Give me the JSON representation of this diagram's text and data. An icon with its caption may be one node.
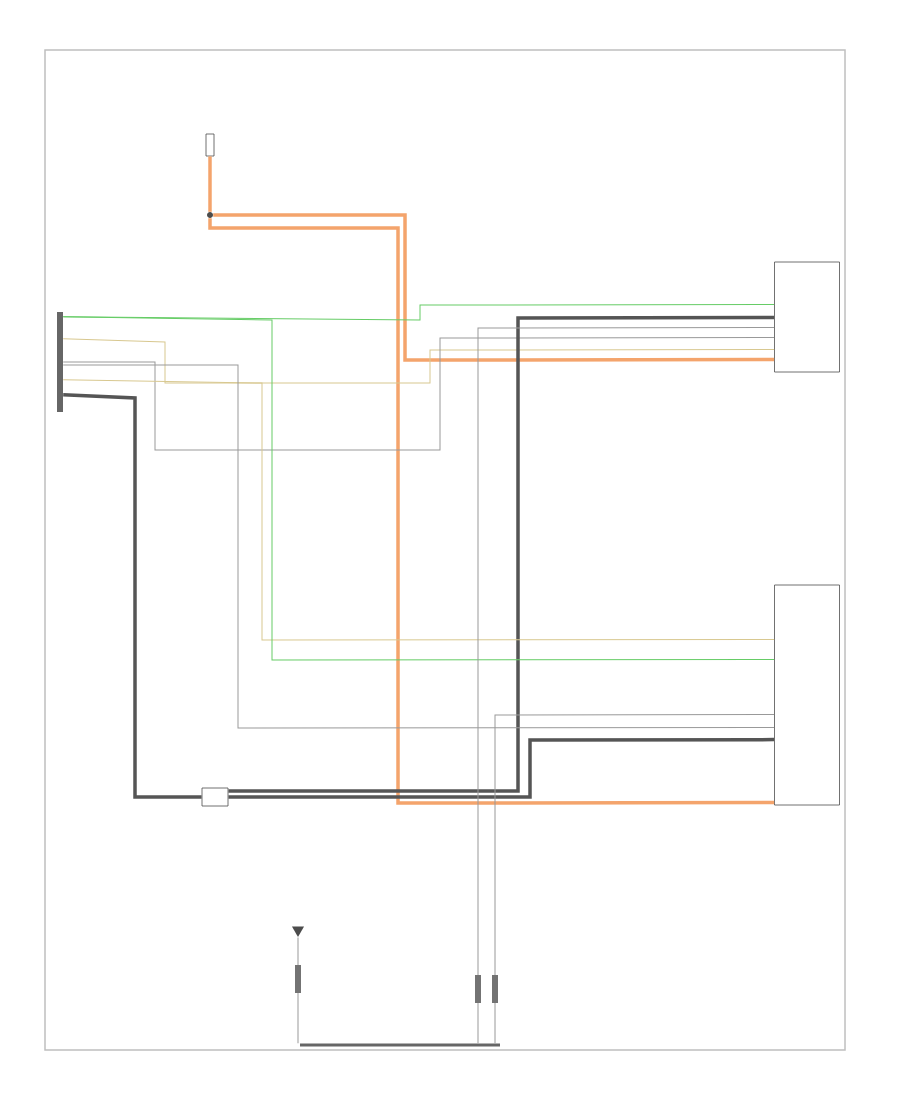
{
  "diagram": {
    "nodes": [
      {
        "text": [],
        "shape": "box"
      },
      {
        "text": [],
        "shape": "circle"
      },
      {
        "text": [],
        "shape": "box"
      },
      {
        "text": [],
        "shape": "box"
      },
      {
        "text": [],
        "shape": "bar"
      },
      {
        "text": [],
        "shape": "box"
      },
      {
        "text": [],
        "shape": "triangle"
      },
      {
        "text": [],
        "shape": "bar"
      }
    ],
    "edges": [
      {
        "from": 0,
        "to": 1,
        "arrow": "none",
        "style": "thick",
        "color": "#f4a46c"
      },
      {
        "from": 1,
        "to": 2,
        "arrow": "none",
        "style": "thick",
        "color": "#f4a46c"
      },
      {
        "from": 1,
        "to": 3,
        "arrow": "none",
        "style": "thick",
        "color": "#f4a46c"
      },
      {
        "from": 4,
        "to": 2,
        "arrow": "none",
        "color": "#d8c890"
      },
      {
        "from": 4,
        "to": 2,
        "arrow": "none",
        "color": "#66cc66"
      },
      {
        "from": 4,
        "to": 2,
        "arrow": "none"
      },
      {
        "from": 4,
        "to": 5,
        "arrow": "none",
        "style": "thick",
        "color": "#555555"
      },
      {
        "from": 5,
        "to": 3,
        "arrow": "none",
        "style": "thick",
        "color": "#555555"
      },
      {
        "from": 5,
        "to": 2,
        "arrow": "none",
        "style": "thick",
        "color": "#555555"
      },
      {
        "from": 4,
        "to": 3,
        "arrow": "none",
        "color": "#d8c890"
      },
      {
        "from": 4,
        "to": 3,
        "arrow": "none",
        "color": "#66cc66"
      },
      {
        "from": 4,
        "to": 3,
        "arrow": "none"
      },
      {
        "from": 3,
        "to": 7,
        "arrow": "none"
      },
      {
        "from": 2,
        "to": 7,
        "arrow": "none"
      },
      {
        "from": 6,
        "to": 7,
        "arrow": "none"
      }
    ]
  }
}
